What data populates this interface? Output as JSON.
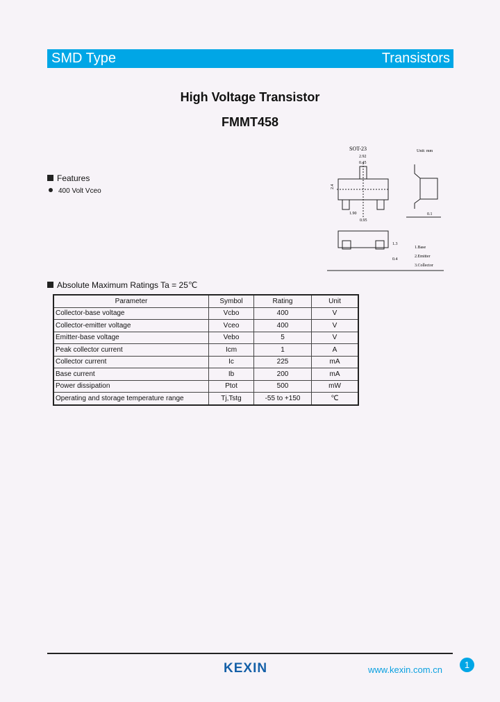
{
  "header": {
    "left": "SMD Type",
    "right": "Transistors"
  },
  "title": "High Voltage Transistor",
  "part": "FMMT458",
  "features": {
    "heading": "Features",
    "items": [
      "400 Volt Vceo"
    ]
  },
  "package": {
    "name": "SOT-23",
    "unit": "Unit: mm",
    "dims": [
      "2.92",
      "0.45",
      "1.90",
      "0.95",
      "2.4",
      "1.3",
      "0.4",
      "0.1"
    ],
    "pins": [
      "1.Base",
      "2.Emitter",
      "3.Collector"
    ]
  },
  "ratings": {
    "heading": "Absolute Maximum Ratings Ta = 25℃",
    "columns": [
      "Parameter",
      "Symbol",
      "Rating",
      "Unit"
    ],
    "rows": [
      [
        "Collector-base voltage",
        "Vcbo",
        "400",
        "V"
      ],
      [
        "Collector-emitter voltage",
        "Vceo",
        "400",
        "V"
      ],
      [
        "Emitter-base voltage",
        "Vebo",
        "5",
        "V"
      ],
      [
        "Peak collector current",
        "Icm",
        "1",
        "A"
      ],
      [
        "Collector current",
        "Ic",
        "225",
        "mA"
      ],
      [
        "Base current",
        "Ib",
        "200",
        "mA"
      ],
      [
        "Power dissipation",
        "Ptot",
        "500",
        "mW"
      ],
      [
        "Operating and storage temperature range",
        "Tj,Tstg",
        "-55 to +150",
        "℃"
      ]
    ]
  },
  "footer": {
    "logo": "KEXIN",
    "url": "www.kexin.com.cn",
    "page": "1"
  },
  "colors": {
    "accent": "#00a6e6",
    "logo": "#1560a8"
  }
}
